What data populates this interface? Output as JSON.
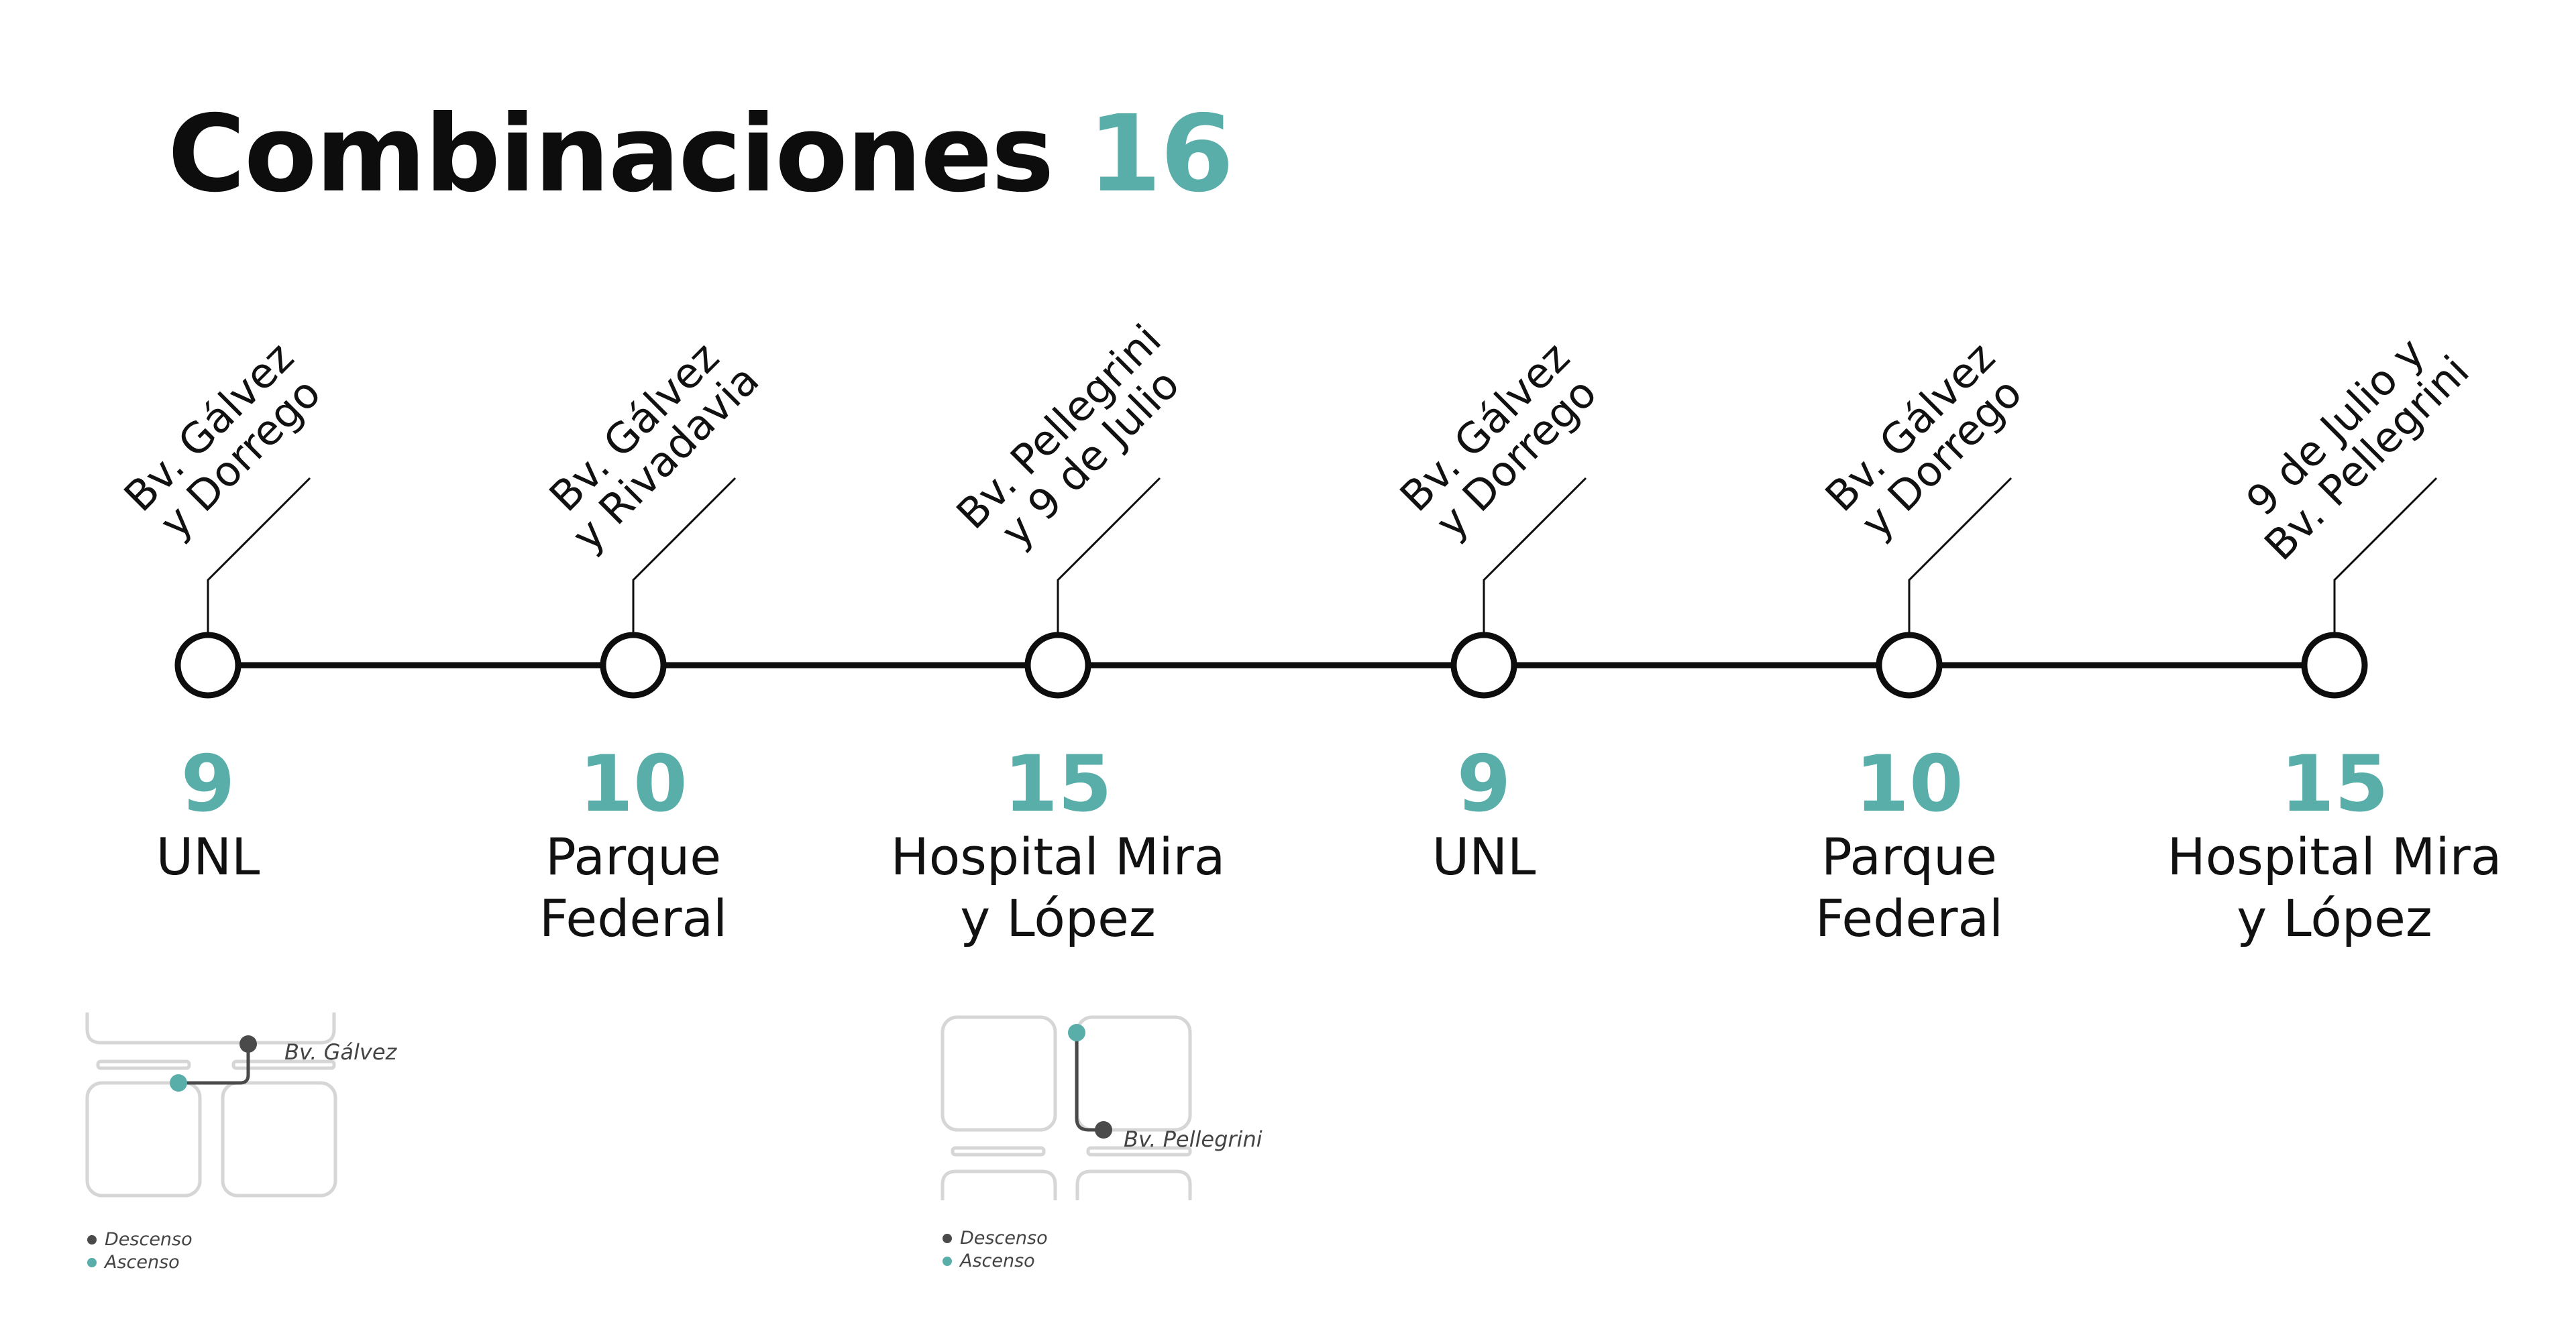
{
  "title": {
    "text": "Combinaciones",
    "line": "16"
  },
  "colors": {
    "accent": "#5aaea9",
    "line": "#0d0d0d",
    "descenso": "#4a4a4a",
    "ascenso": "#5aaea9",
    "block": "#d6d6d6"
  },
  "stops": [
    {
      "corner": [
        "Bv. Gálvez",
        "y Dorrego"
      ],
      "line": "9",
      "name": [
        "UNL",
        ""
      ]
    },
    {
      "corner": [
        "Bv. Gálvez",
        "y Rivadavia"
      ],
      "line": "10",
      "name": [
        "Parque",
        "Federal"
      ]
    },
    {
      "corner": [
        "Bv. Pellegrini",
        "y 9 de Julio"
      ],
      "line": "15",
      "name": [
        "Hospital Mira",
        "y López"
      ]
    },
    {
      "corner": [
        "Bv. Gálvez",
        "y Dorrego"
      ],
      "line": "9",
      "name": [
        "UNL",
        ""
      ]
    },
    {
      "corner": [
        "Bv. Gálvez",
        "y Dorrego"
      ],
      "line": "10",
      "name": [
        "Parque",
        "Federal"
      ]
    },
    {
      "corner": [
        "9 de Julio y",
        "Bv. Pellegrini"
      ],
      "line": "15",
      "name": [
        "Hospital Mira",
        "y López"
      ]
    }
  ],
  "maps": [
    {
      "street": "Bv. Gálvez",
      "legend": {
        "descenso": "Descenso",
        "ascenso": "Ascenso"
      }
    },
    {
      "street": "Bv. Pellegrini",
      "legend": {
        "descenso": "Descenso",
        "ascenso": "Ascenso"
      }
    }
  ]
}
